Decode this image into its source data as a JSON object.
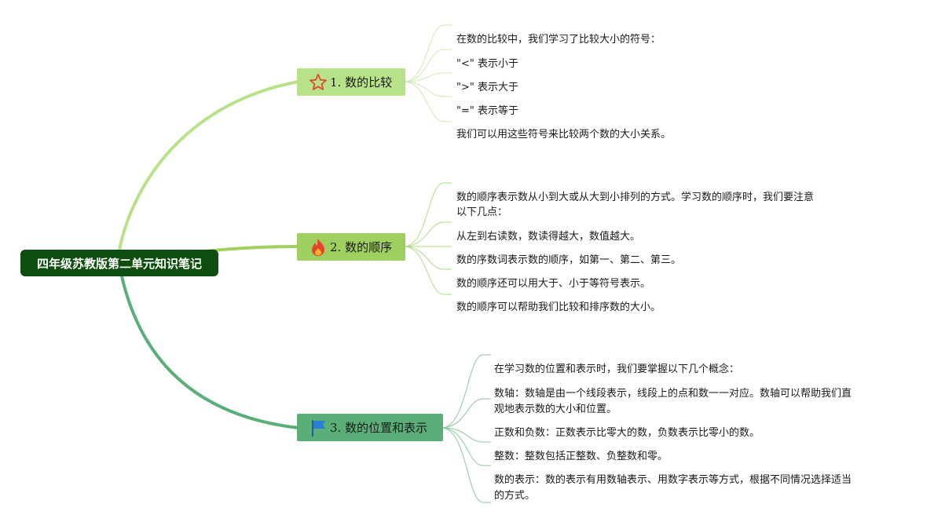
{
  "root": {
    "title": "四年级苏教版第二单元知识笔记"
  },
  "branches": [
    {
      "label": "1. 数的比较",
      "icon": "star-icon",
      "color": "#b8e28a",
      "leaves": [
        "在数的比较中，我们学习了比较大小的符号：",
        "\"<\" 表示小于",
        "\">\" 表示大于",
        "\"=\" 表示等于",
        "我们可以用这些符号来比较两个数的大小关系。"
      ]
    },
    {
      "label": "2. 数的顺序",
      "icon": "fire-icon",
      "color": "#9fcf5f",
      "leaves": [
        "数的顺序表示数从小到大或从大到小排列的方式。学习数的顺序时，我们要注意",
        "以下几点：",
        "从左到右读数，数读得越大，数值越大。",
        "数的序数词表示数的顺序，如第一、第二、第三。",
        "数的顺序还可以用大于、小于等符号表示。",
        "数的顺序可以帮助我们比较和排序数的大小。"
      ]
    },
    {
      "label": "3. 数的位置和表示",
      "icon": "flag-icon",
      "color": "#5aaf79",
      "leaves": [
        "在学习数的位置和表示时，我们要掌握以下几个概念：",
        "数轴：数轴是由一个线段表示，线段上的点和数一一对应。数轴可以帮助我们直",
        "观地表示数的大小和位置。",
        "正数和负数：正数表示比零大的数，负数表示比零小的数。",
        "整数：整数包括正整数、负整数和零。",
        "数的表示：数的表示有用数轴表示、用数字表示等方式，根据不同情况选择适当",
        "的方式。"
      ]
    }
  ]
}
